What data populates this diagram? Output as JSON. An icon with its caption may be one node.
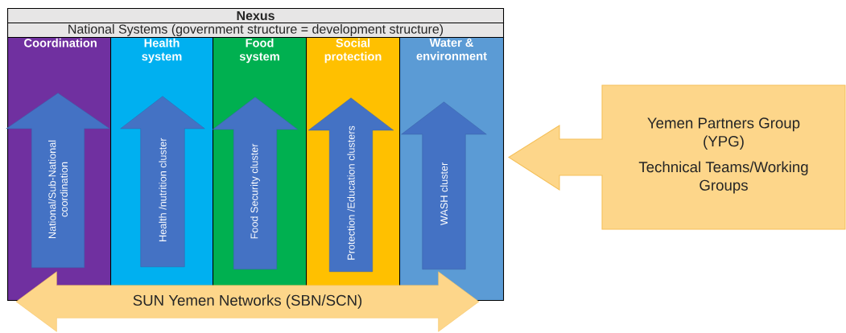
{
  "diagram": {
    "nodes": [
      {
        "text": [
          "Nexus"
        ]
      },
      {
        "text": [
          "National Systems (government structure = development structure)"
        ]
      },
      {
        "text": [
          "Coordination"
        ]
      },
      {
        "text": [
          "Health system"
        ]
      },
      {
        "text": [
          "Food system"
        ]
      },
      {
        "text": [
          "Social protection"
        ]
      },
      {
        "text": [
          "Water & environment"
        ]
      },
      {
        "text": [
          "National/Sub-National coordination"
        ],
        "in": 2
      },
      {
        "text": [
          "Health /nutrition cluster"
        ],
        "in": 3
      },
      {
        "text": [
          "Food Security cluster"
        ],
        "in": 4
      },
      {
        "text": [
          "Protection /Education clusters"
        ],
        "in": 5
      },
      {
        "text": [
          "WASH cluster"
        ],
        "in": 6
      },
      {
        "text": [
          "SUN Yemen Networks (SBN/SCN)"
        ]
      },
      {
        "text": [
          "Yemen Partners Group (YPG)",
          "Technical Teams/Working Groups"
        ]
      }
    ]
  }
}
